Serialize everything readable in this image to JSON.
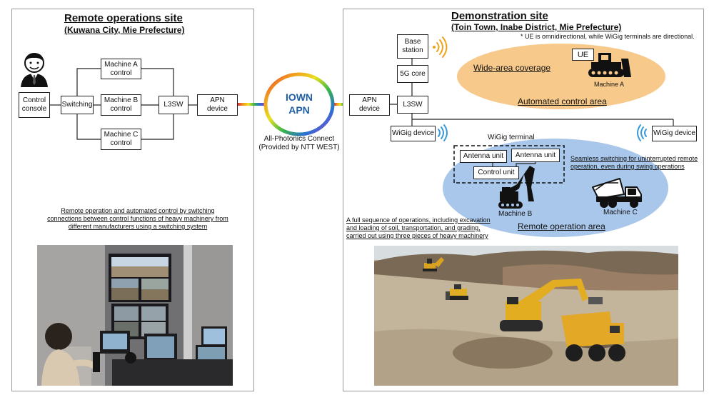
{
  "left": {
    "title": "Remote operations site",
    "subtitle": "(Kuwana City, Mie Prefecture)",
    "control_console": "Control\nconsole",
    "switching": "Switching",
    "machine_a": "Machine A\ncontrol",
    "machine_b": "Machine B\ncontrol",
    "machine_c": "Machine C\ncontrol",
    "l3sw": "L3SW",
    "apn_device": "APN\ndevice",
    "caption": "Remote operation and automated control by switching\nconnections between control functions of heavy machinery from\ndifferent manufacturers using a switching system"
  },
  "center": {
    "iown": "IOWN",
    "apn": "APN",
    "label": "All-Photonics Connect",
    "provider": "(Provided by NTT WEST)"
  },
  "right": {
    "title": "Demonstration site",
    "subtitle": "(Toin Town, Inabe District, Mie Prefecture)",
    "note": "* UE is omnidirectional, while WiGig terminals are directional.",
    "base_station": "Base\nstation",
    "core": "5G core",
    "l3sw": "L3SW",
    "apn_device": "APN\ndevice",
    "wigig_device_left": "WiGig device",
    "wigig_device_right": "WiGig device",
    "wigig_terminal": "WiGig terminal",
    "antenna_unit_1": "Antenna unit",
    "antenna_unit_2": "Antenna unit",
    "control_unit": "Control unit",
    "ue": "UE",
    "wide_area": "Wide-area coverage",
    "machine_a": "Machine A",
    "automated_area": "Automated control area",
    "seamless": "Seamless switching for uninterrupted remote\noperation, even during swing operations",
    "machine_b": "Machine B",
    "machine_c": "Machine C",
    "remote_area": "Remote operation area",
    "sequence": "A full sequence of operations, including excavation\nand loading of soil, transportation, and grading,\ncarried out using three pieces of heavy machinery"
  },
  "icons": [
    "operator-person-icon",
    "wireless-signal-icon",
    "bulldozer-icon",
    "excavator-icon",
    "dump-truck-icon"
  ],
  "colors": {
    "ellipse_orange": "#f7c98a",
    "ellipse_blue": "#a9c7ea",
    "iown_text": "#1f5fa8",
    "wireless_orange": "#f0a21a",
    "wireless_blue": "#3a9ad9"
  }
}
